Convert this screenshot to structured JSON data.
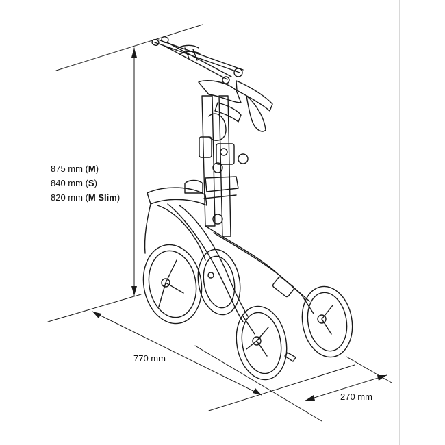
{
  "dimensions": {
    "height": [
      {
        "value": "875 mm",
        "size": "M"
      },
      {
        "value": "840 mm",
        "size": "S"
      },
      {
        "value": "820 mm",
        "size": "M Slim"
      }
    ],
    "length": "770 mm",
    "width": "270 mm"
  },
  "colors": {
    "line": "#1a1a1a",
    "background": "#ffffff"
  }
}
